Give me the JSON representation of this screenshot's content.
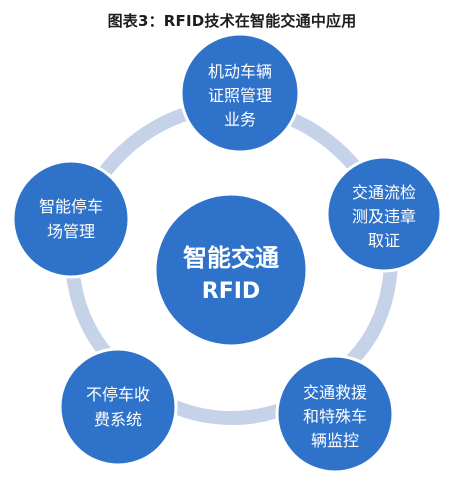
{
  "title": "图表3：RFID技术在智能交通中应用",
  "colors": {
    "ring": "#c5d2e8",
    "node": "#2f72c9",
    "node_edge": "#ffffff",
    "text": "#ffffff"
  },
  "center": {
    "line1": "智能交通",
    "line2": "RFID"
  },
  "nodes": [
    {
      "lines": [
        "机动车辆",
        "证照管理",
        "业务"
      ]
    },
    {
      "lines": [
        "交通流检",
        "测及违章",
        "取证"
      ]
    },
    {
      "lines": [
        "交通救援",
        "和特殊车",
        "辆监控"
      ]
    },
    {
      "lines": [
        "不停车收",
        "费系统"
      ]
    },
    {
      "lines": [
        "智能停车",
        "场管理"
      ]
    }
  ]
}
